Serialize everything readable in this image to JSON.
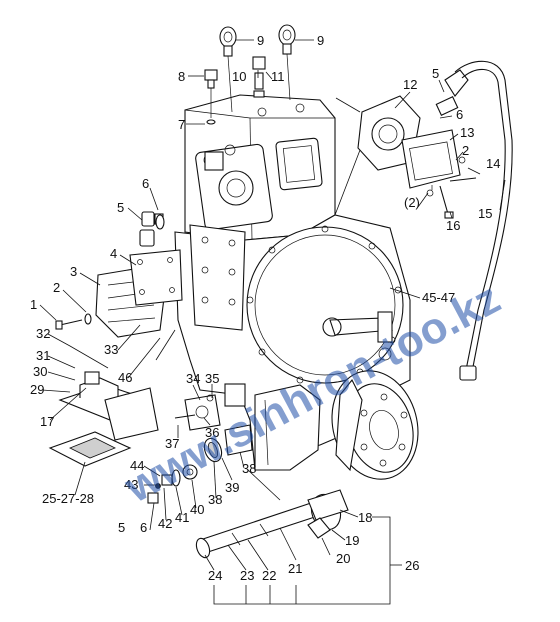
{
  "watermark": "www.sinhron-too.kz",
  "callouts": {
    "c1": "1",
    "c2": "2",
    "c2b": "2",
    "c2p": "(2)",
    "c3": "3",
    "c4": "4",
    "c5": "5",
    "c5b": "5",
    "c5c": "5",
    "c6": "6",
    "c6b": "6",
    "c6c": "6",
    "c7": "7",
    "c8": "8",
    "c9a": "9",
    "c9b": "9",
    "c10": "10",
    "c11": "11",
    "c12": "12",
    "c13": "13",
    "c14": "14",
    "c15": "15",
    "c16": "16",
    "c17": "17",
    "c18": "18",
    "c19": "19",
    "c20": "20",
    "c21": "21",
    "c22": "22",
    "c23": "23",
    "c24": "24",
    "c25": "25-27-28",
    "c26": "26",
    "c29": "29",
    "c30": "30",
    "c31": "31",
    "c32": "32",
    "c33": "33",
    "c34": "34",
    "c35": "35",
    "c36": "36",
    "c37": "37",
    "c38": "38",
    "c38b": "38",
    "c39": "39",
    "c40": "40",
    "c41": "41",
    "c42": "42",
    "c43": "43",
    "c44": "44",
    "c45": "45-47",
    "c46": "46"
  }
}
